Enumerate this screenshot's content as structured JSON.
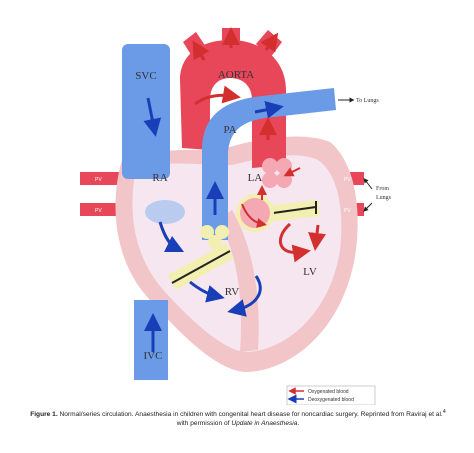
{
  "labels": {
    "svc": "SVC",
    "aorta": "AORTA",
    "pa": "PA",
    "ra": "RA",
    "la": "LA",
    "rv": "RV",
    "lv": "LV",
    "ivc": "IVC",
    "pv": "PV",
    "to_lungs": "To Lungs",
    "from_lungs_1": "From",
    "from_lungs_2": "Lungs"
  },
  "legend": {
    "oxygenated": "Oxygenated blood",
    "deoxygenated": "Deoxygenated blood"
  },
  "caption": {
    "label": "Figure 1.",
    "text": "Normal/series circulation. Anaesthesia in children with congenital heart disease for noncardiac surgery. Reprinted from Raviraj et al.",
    "superscript": "4",
    "line2_prefix": "with permission of",
    "journal": "Update in Anaesthesia",
    "line2_suffix": "."
  },
  "colors": {
    "oxygenated": "#e8475a",
    "deoxygenated": "#6b9be6",
    "arrow_red": "#d32f2f",
    "arrow_blue": "#1a3eb8",
    "valve": "#f3efb0",
    "heart_outer": "#f2c6c9",
    "chamber": "#f6e6f0"
  }
}
